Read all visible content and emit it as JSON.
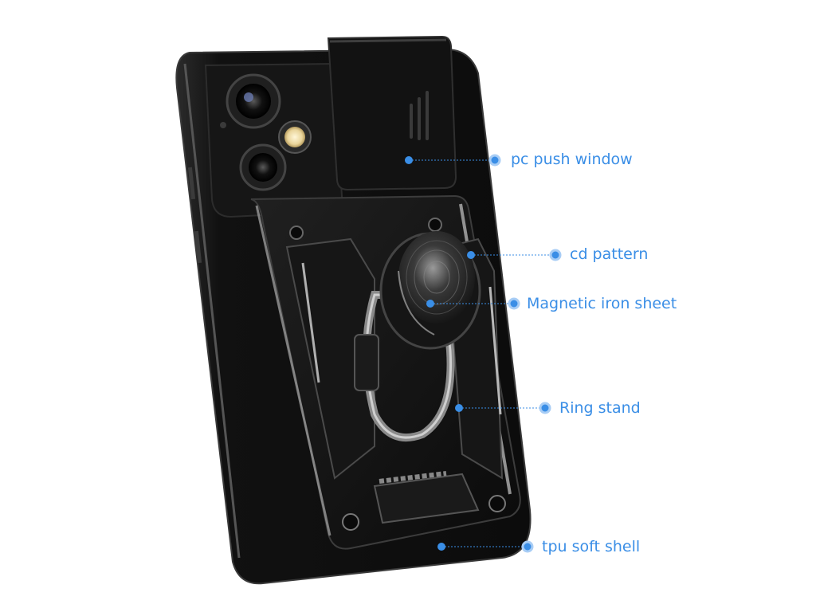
{
  "colors": {
    "accent": "#3a8ee6",
    "case_body": "#151515",
    "case_edge": "#2a2a2a",
    "metal_highlight": "#c8c8c8",
    "background": "#ffffff"
  },
  "callouts": [
    {
      "id": "pc-push-window",
      "label": "pc push window"
    },
    {
      "id": "cd-pattern",
      "label": "cd pattern"
    },
    {
      "id": "magnetic-iron-sheet",
      "label": "Magnetic iron sheet"
    },
    {
      "id": "ring-stand",
      "label": "Ring stand"
    },
    {
      "id": "tpu-soft-shell",
      "label": "tpu soft shell"
    }
  ]
}
